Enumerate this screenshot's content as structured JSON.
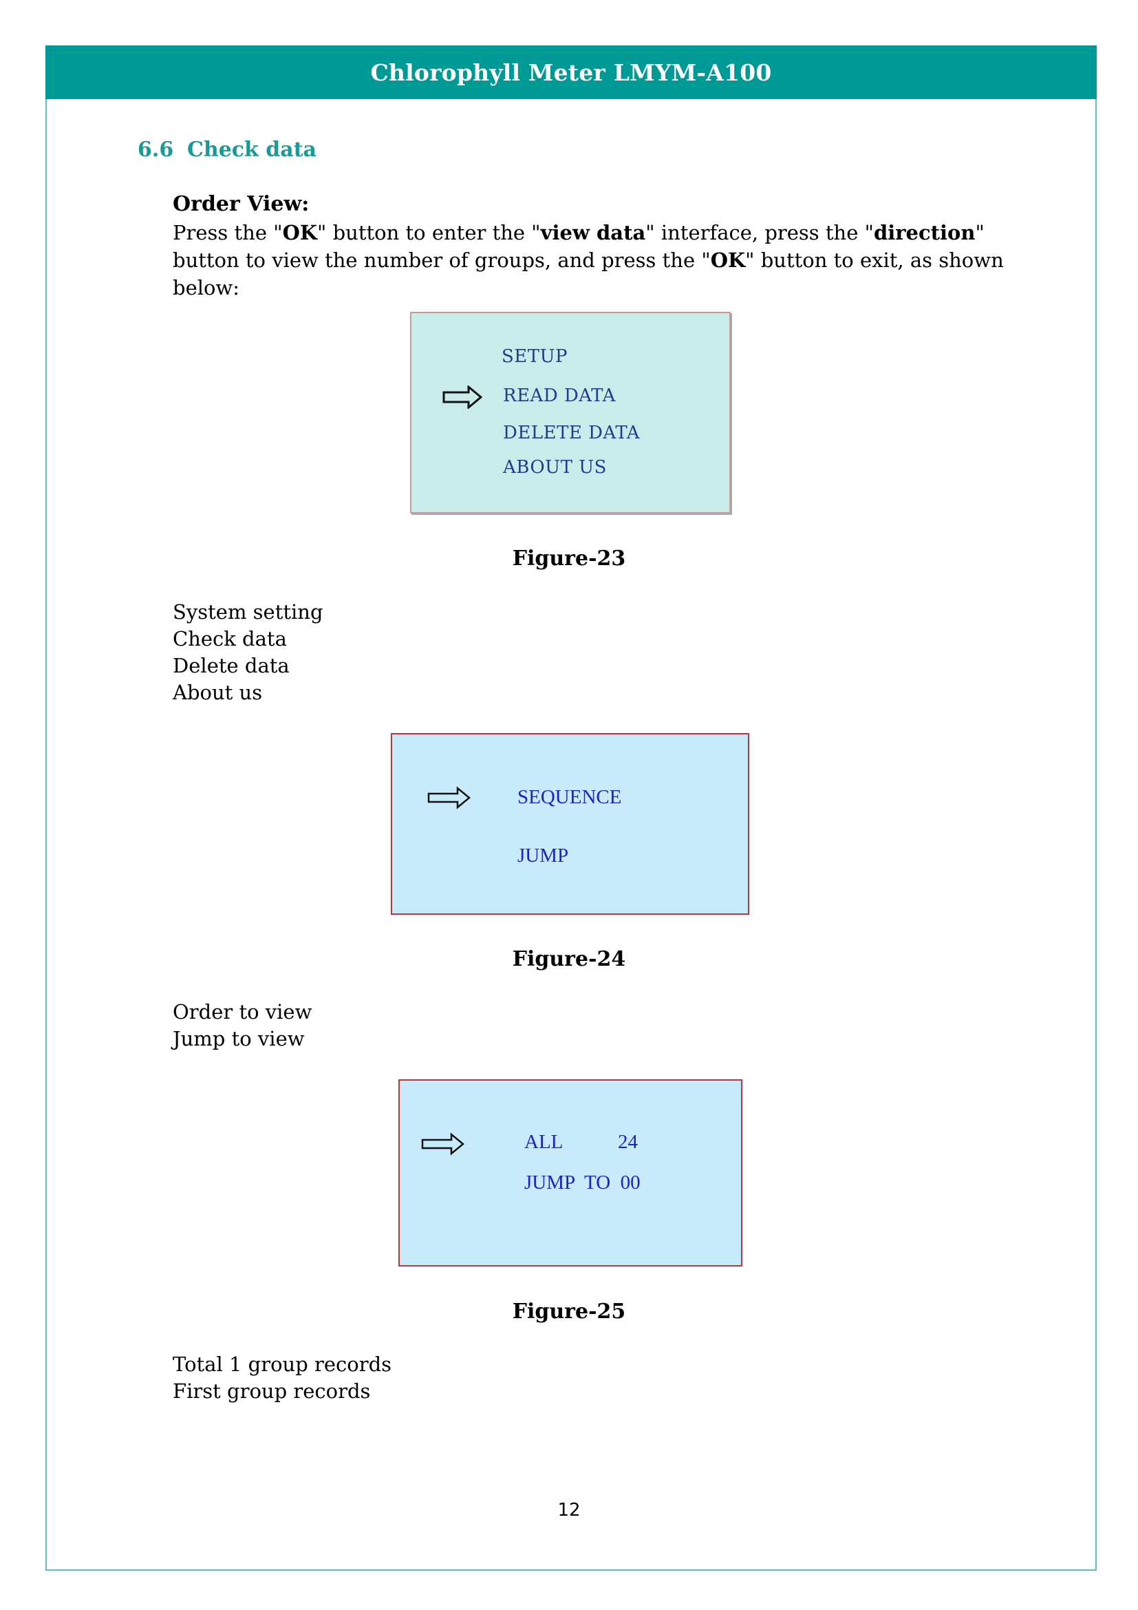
{
  "header": {
    "title": "Chlorophyll Meter LMYM-A100"
  },
  "section": {
    "number": "6.6",
    "title": "Check data"
  },
  "order_view": {
    "heading": "Order View:",
    "text_1": "Press the \"",
    "ok_1": "OK",
    "text_2": "\" button to enter the \"",
    "view_data": "view data",
    "text_3": "\" interface, press the \"",
    "direction": "direction",
    "text_4": "\" button to view the number of groups, and press the \"",
    "ok_2": "OK",
    "text_5": "\" button to exit, as shown below:"
  },
  "figure23": {
    "menu": [
      "SETUP",
      "READ DATA",
      "DELETE  DATA",
      "ABOUT   US"
    ],
    "caption": "Figure-23",
    "arrow_icon": "right-arrow-icon"
  },
  "list23": [
    "System setting",
    "Check data",
    "Delete data",
    "About us"
  ],
  "figure24": {
    "items": [
      "SEQUENCE",
      "JUMP"
    ],
    "caption": "Figure-24",
    "arrow_icon": "right-arrow-icon"
  },
  "list24": [
    "Order to view",
    "Jump to view"
  ],
  "figure25": {
    "all_label": "ALL",
    "all_value": "24",
    "jump_line": "JUMP  TO  00",
    "caption": "Figure-25",
    "arrow_icon": "right-arrow-icon"
  },
  "list25": [
    "Total 1 group records",
    "First group records"
  ],
  "page_number": "12",
  "colors": {
    "header_bg": "#009a96",
    "heading": "#1a9a96",
    "lcd1_bg": "#c9ebea",
    "lcd_bg": "#c8ebfc",
    "lcd_text": "#1c22c4",
    "lcd_border": "#b83838"
  }
}
